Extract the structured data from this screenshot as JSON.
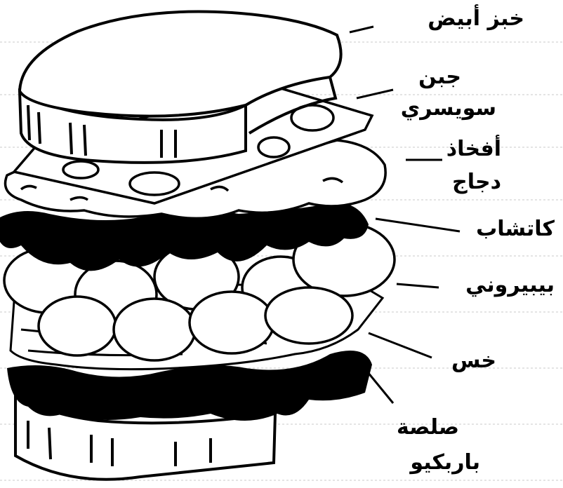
{
  "labels": {
    "white_bread": "خبز أبيض",
    "swiss_cheese_1": "جبن",
    "swiss_cheese_2": "سويسري",
    "chicken_thighs_1": "أفخاذ",
    "chicken_thighs_2": "دجاج",
    "ketchup": "كاتشاب",
    "pepperoni": "بيبيروني",
    "lettuce": "خس",
    "bbq_sauce_1": "صلصة",
    "bbq_sauce_2": "باربكيو"
  },
  "colors": {
    "ink": "#000000",
    "paper": "#ffffff",
    "guide": "#c8c8c8"
  }
}
